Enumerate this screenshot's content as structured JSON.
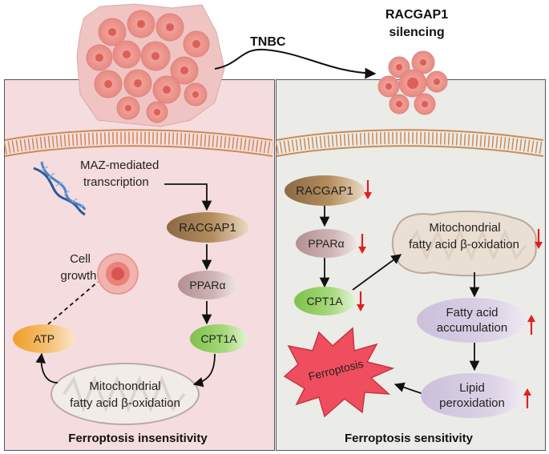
{
  "top": {
    "transition_label": "TNBC",
    "silencing_label_line1": "RACGAP1",
    "silencing_label_line2": "silencing"
  },
  "left_panel": {
    "maz_line1": "MAZ-mediated",
    "maz_line2": "transcription",
    "racgap1": "RACGAP1",
    "pparα": "PPARα",
    "cpt1a": "CPT1A",
    "mito_line1": "Mitochondrial",
    "mito_line2": "fatty acid β-oxidation",
    "atp": "ATP",
    "cell_growth_line1": "Cell",
    "cell_growth_line2": "growth",
    "footer": "Ferroptosis insensitivity"
  },
  "right_panel": {
    "racgap1": "RACGAP1",
    "pparα": "PPARα",
    "cpt1a": "CPT1A",
    "mito_line1": "Mitochondrial",
    "mito_line2": "fatty acid β-oxidation",
    "fatty_line1": "Fatty acid",
    "fatty_line2": "accumulation",
    "lipid_line1": "Lipid",
    "lipid_line2": "peroxidation",
    "ferroptosis": "Ferroptosis",
    "footer": "Ferroptosis sensitivity"
  },
  "colors": {
    "left_bg": "#f5dcde",
    "right_bg": "#ebebe8",
    "racgap1": "#a98154",
    "pparα": "#c5a6a6",
    "cpt1a": "#98cf68",
    "atp": "#f2b552",
    "lavender": "#d8cfe1",
    "star": "#ef4e5e",
    "down_arrow": "#e0201e"
  }
}
